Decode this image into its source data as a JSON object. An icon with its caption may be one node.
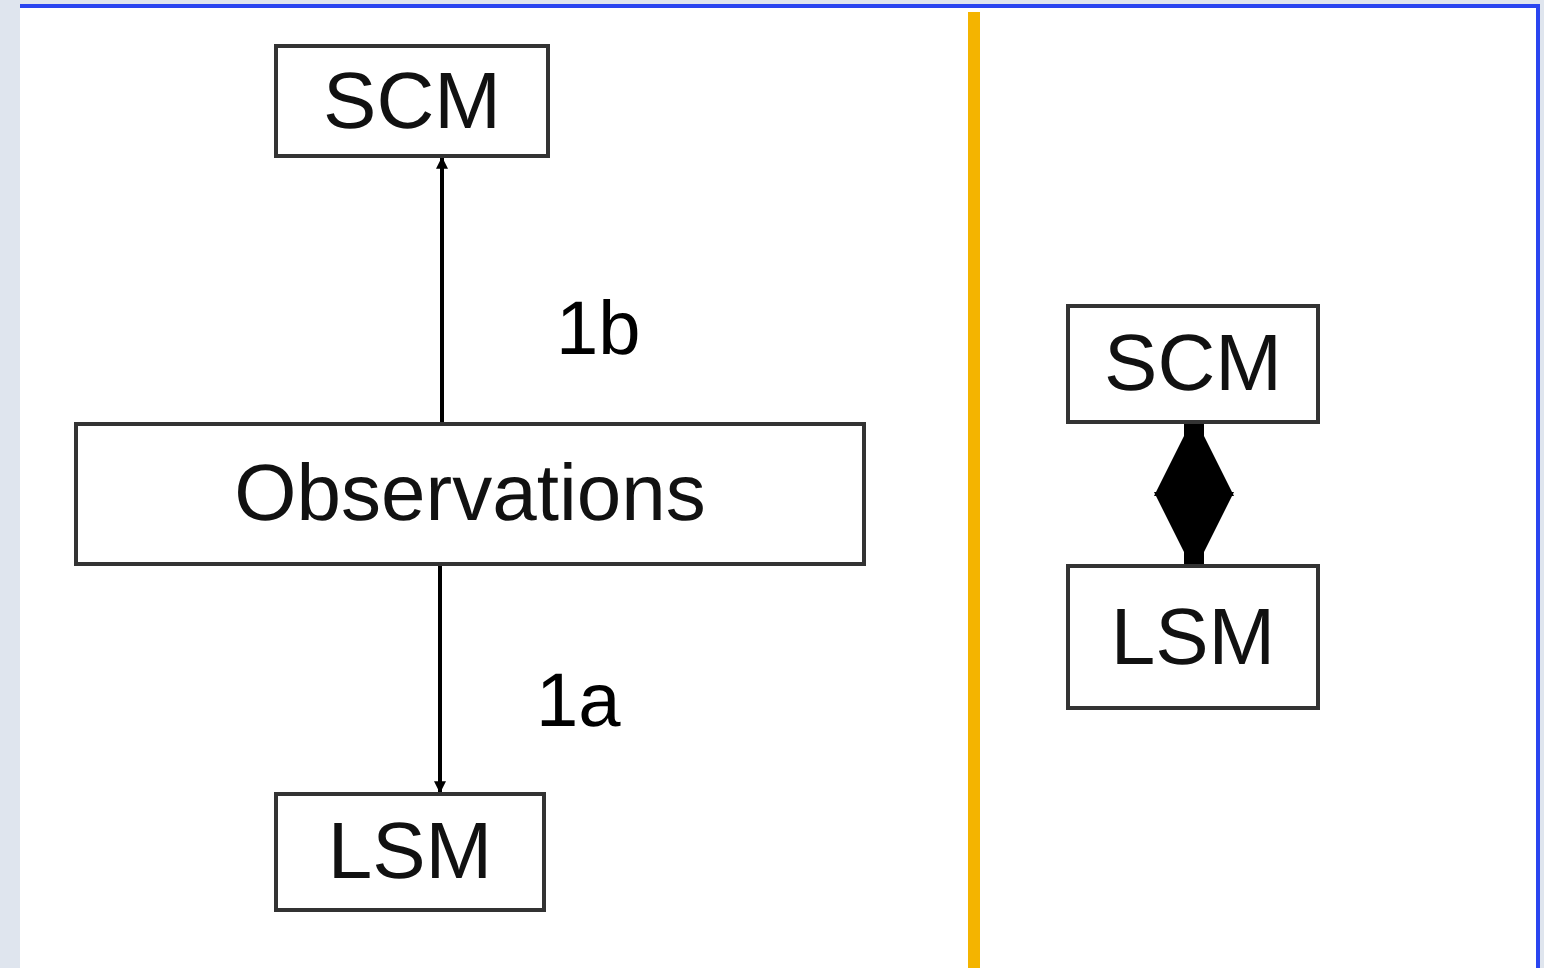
{
  "diagram": {
    "nodes": [
      {
        "text": [
          "SCM"
        ]
      },
      {
        "text": [
          "Observations"
        ]
      },
      {
        "text": [
          "LSM"
        ]
      },
      {
        "text": [
          "SCM"
        ]
      },
      {
        "text": [
          "LSM"
        ]
      }
    ],
    "edges": [
      {
        "from": 1,
        "to": 0,
        "arrow": "to",
        "label": "1b"
      },
      {
        "from": 1,
        "to": 2,
        "arrow": "to",
        "label": "1a"
      },
      {
        "from": 3,
        "to": 4,
        "arrow": "both",
        "style": "thick"
      }
    ]
  }
}
